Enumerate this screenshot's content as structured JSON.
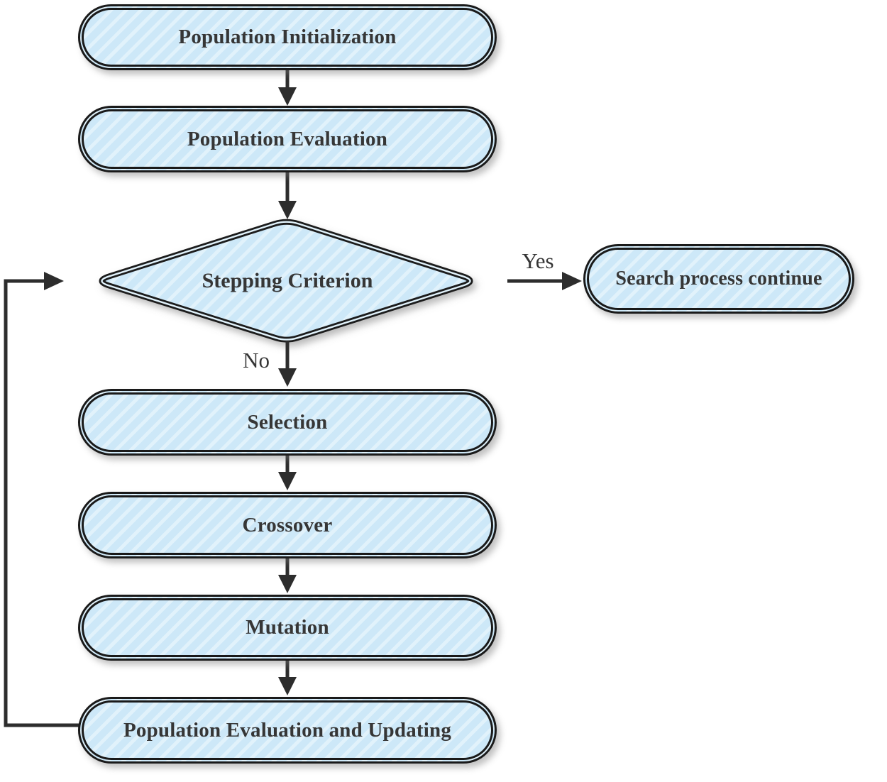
{
  "flowchart": {
    "nodes": {
      "population_initialization": {
        "label": "Population Initialization",
        "shape": "rounded-rectangle"
      },
      "population_evaluation": {
        "label": "Population Evaluation",
        "shape": "rounded-rectangle"
      },
      "stepping_criterion": {
        "label": "Stepping Criterion",
        "shape": "decision-diamond"
      },
      "search_process_continue": {
        "label": "Search process continue",
        "shape": "rounded-rectangle"
      },
      "selection": {
        "label": "Selection",
        "shape": "rounded-rectangle"
      },
      "crossover": {
        "label": "Crossover",
        "shape": "rounded-rectangle"
      },
      "mutation": {
        "label": "Mutation",
        "shape": "rounded-rectangle"
      },
      "population_evaluation_and_updating": {
        "label": "Population Evaluation and Updating",
        "shape": "rounded-rectangle"
      }
    },
    "edge_labels": {
      "yes": "Yes",
      "no": "No"
    },
    "connections": [
      {
        "from": "population_initialization",
        "to": "population_evaluation",
        "label": ""
      },
      {
        "from": "population_evaluation",
        "to": "stepping_criterion",
        "label": ""
      },
      {
        "from": "stepping_criterion",
        "to": "search_process_continue",
        "label": "Yes"
      },
      {
        "from": "stepping_criterion",
        "to": "selection",
        "label": "No"
      },
      {
        "from": "selection",
        "to": "crossover",
        "label": ""
      },
      {
        "from": "crossover",
        "to": "mutation",
        "label": ""
      },
      {
        "from": "mutation",
        "to": "population_evaluation_and_updating",
        "label": ""
      },
      {
        "from": "population_evaluation_and_updating",
        "to": "stepping_criterion",
        "label": ""
      }
    ]
  },
  "colors": {
    "node_fill": "#cde8f8",
    "node_stripe": "#e1f2fb",
    "node_border": "#1a1a1a",
    "arrow": "#2d2d2d",
    "text": "#363636",
    "background": "#ffffff"
  }
}
